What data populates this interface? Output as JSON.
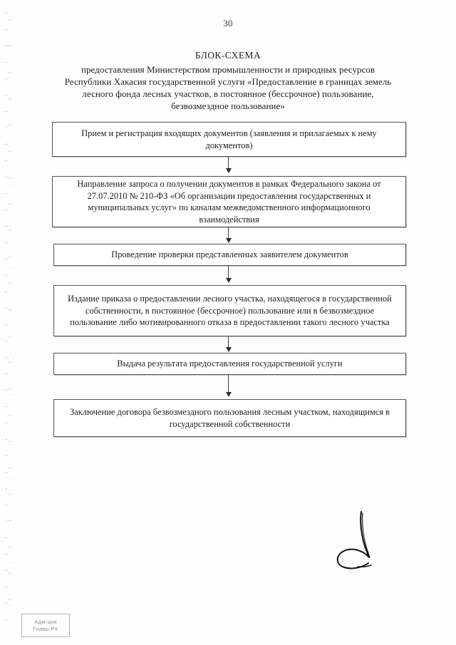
{
  "document": {
    "page_number": "30",
    "title": {
      "heading": "БЛОК-СХЕМА",
      "lines": [
        "предоставления Министерством промышленности и природных ресурсов",
        "Республики Хакасия  государственной услуги «Предоставление в границах земель",
        "лесного фонда лесных участков, в постоянное (бессрочное) пользование,",
        "безвозмездное пользование»"
      ]
    }
  },
  "flowchart": {
    "type": "flowchart",
    "orientation": "vertical",
    "nodes": [
      {
        "id": "node-1",
        "step": 1,
        "text": "Прием и регистрация входящих документов (заявления и прилагаемых к нему документов)"
      },
      {
        "id": "node-2",
        "step": 2,
        "text": "Направление запроса о получении документов в рамках Федерального закона от 27.07.2010 № 210-ФЗ «Об организации предоставления государственных и муниципальных услуг» по каналам межведомственного информационного взаимодействия"
      },
      {
        "id": "node-3",
        "step": 3,
        "text": "Проведение проверки представленных заявителем документов"
      },
      {
        "id": "node-4",
        "step": 4,
        "text": "Издание приказа о предоставлении лесного участка, находящегося в государственной собственности, в постоянное (бессрочное) пользование или в безвозмездное пользование либо мотивированного отказа в предоставлении такого лесного участка"
      },
      {
        "id": "node-5",
        "step": 5,
        "text": "Выдача результата предоставления государственной услуги"
      },
      {
        "id": "node-6",
        "step": 6,
        "text": "Заключение договора безвозмездного пользования лесным участком, находящимся в государственной собственности"
      }
    ],
    "edges": [
      {
        "from": "node-1",
        "to": "node-2"
      },
      {
        "from": "node-2",
        "to": "node-3"
      },
      {
        "from": "node-3",
        "to": "node-4"
      },
      {
        "from": "node-4",
        "to": "node-5"
      },
      {
        "from": "node-5",
        "to": "node-6"
      }
    ]
  },
  "annotations": {
    "signature": "handwritten-signature-mark",
    "stamp": {
      "line1": "Адм-ция",
      "line2": "Главы РХ"
    }
  },
  "colors": {
    "page_background": "#fdfdfd",
    "text": "#1d1d1d",
    "box_border": "#575757",
    "connector": "#3d3d3d"
  }
}
